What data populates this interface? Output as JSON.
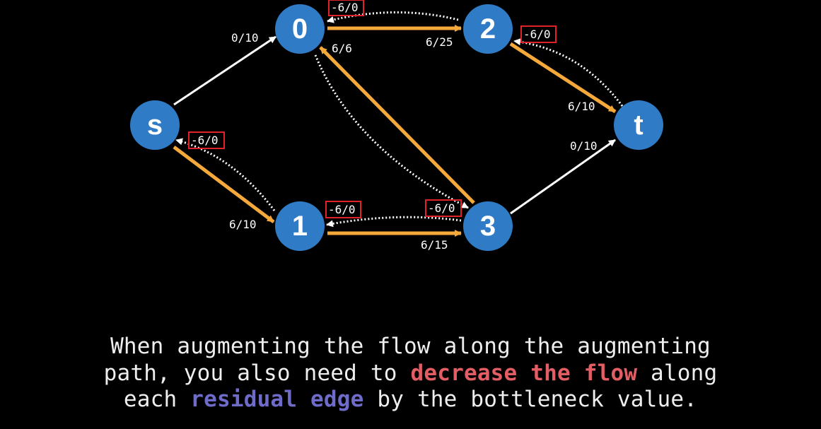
{
  "colors": {
    "background": "#000000",
    "node": "#2f7bc6",
    "flow_edge": "#f6a93b",
    "plain_edge": "#ffffff",
    "residual_edge": "#ffffff",
    "residual_box": "#e0232b",
    "highlight_decrease": "#e35d64",
    "highlight_residual": "#6e6cc8"
  },
  "nodes": [
    {
      "id": "s",
      "label": "s"
    },
    {
      "id": "0",
      "label": "0"
    },
    {
      "id": "1",
      "label": "1"
    },
    {
      "id": "2",
      "label": "2"
    },
    {
      "id": "3",
      "label": "3"
    },
    {
      "id": "t",
      "label": "t"
    }
  ],
  "edges": [
    {
      "from": "s",
      "to": "0",
      "label": "0/10",
      "style": "plain"
    },
    {
      "from": "s",
      "to": "1",
      "label": "6/10",
      "style": "flow"
    },
    {
      "from": "0",
      "to": "2",
      "label": "6/25",
      "style": "flow"
    },
    {
      "from": "3",
      "to": "0",
      "label": "6/6",
      "style": "flow"
    },
    {
      "from": "1",
      "to": "3",
      "label": "6/15",
      "style": "flow"
    },
    {
      "from": "2",
      "to": "t",
      "label": "6/10",
      "style": "flow"
    },
    {
      "from": "3",
      "to": "t",
      "label": "0/10",
      "style": "plain"
    }
  ],
  "residual_edges": [
    {
      "from": "2",
      "to": "0",
      "label": "-6/0"
    },
    {
      "from": "t",
      "to": "2",
      "label": "-6/0"
    },
    {
      "from": "1",
      "to": "s",
      "label": "-6/0"
    },
    {
      "from": "3",
      "to": "1",
      "label": "-6/0"
    },
    {
      "from": "0",
      "to": "3",
      "label": "-6/0"
    }
  ],
  "caption": {
    "line1": "When augmenting the flow along the augmenting",
    "line2_a": "path, you also need to ",
    "line2_highlight": "decrease the flow",
    "line2_b": " along",
    "line3_a": "each ",
    "line3_highlight": "residual edge",
    "line3_b": " by the bottleneck value."
  }
}
